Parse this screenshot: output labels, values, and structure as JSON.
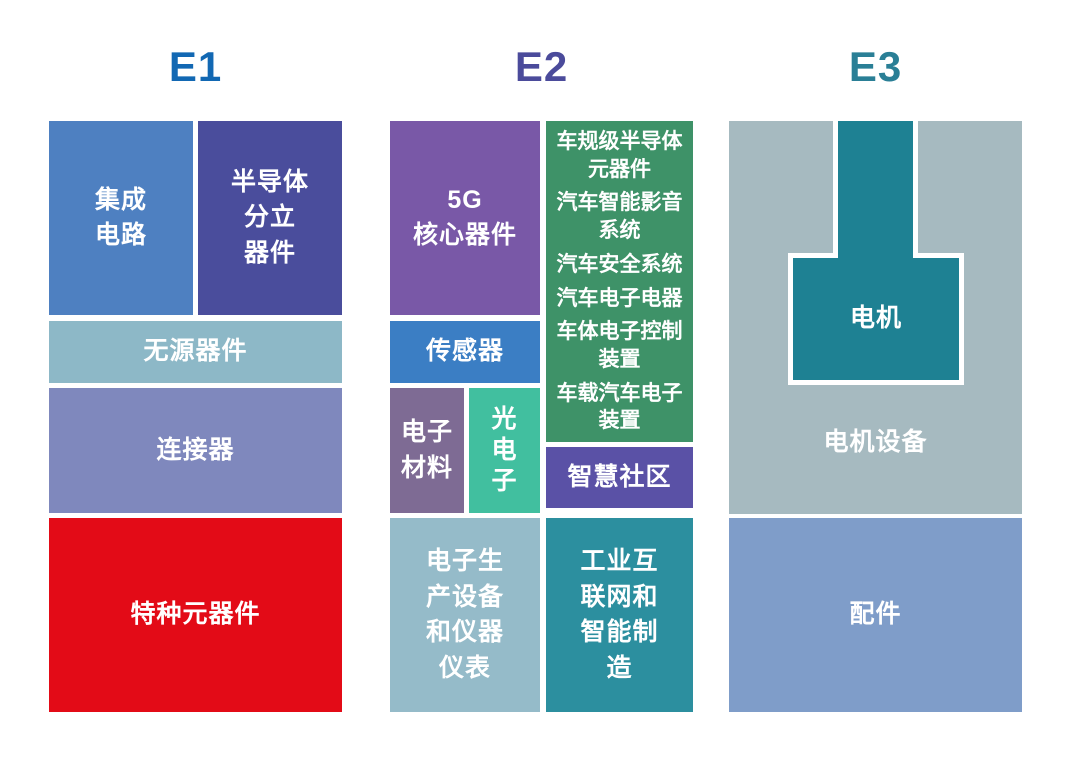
{
  "page": {
    "background": "#ffffff",
    "text_on_blocks": "#ffffff"
  },
  "halls": {
    "e1": {
      "title": "E1",
      "title_color": "#1268b3",
      "blocks": {
        "integrated_circuit": {
          "label": "集成\n电路",
          "color": "#4e80c1"
        },
        "semiconductor_discrete": {
          "label": "半导体\n分立\n器件",
          "color": "#4a4d9c"
        },
        "passive_components": {
          "label": "无源器件",
          "color": "#8db8c7"
        },
        "connectors": {
          "label": "连接器",
          "color": "#7f88bd"
        },
        "special_components": {
          "label": "特种元器件",
          "color": "#e30b17"
        }
      }
    },
    "e2": {
      "title": "E2",
      "title_color": "#4b4b9b",
      "blocks": {
        "five_g_core": {
          "label": "5G\n核心器件",
          "color": "#7958a7"
        },
        "sensors": {
          "label": "传感器",
          "color": "#3b7ec4"
        },
        "electronic_materials": {
          "label": "电子\n材料",
          "color": "#7e6b94"
        },
        "optoelectronics": {
          "label": "光\n电\n子",
          "color": "#41bf9f"
        },
        "production_equipment": {
          "label": "电子生\n产设备\n和仪器\n仪表",
          "color": "#95bbc9"
        },
        "automotive": {
          "color": "#3e9268",
          "items": [
            "车规级半导体\n元器件",
            "汽车智能影音\n系统",
            "汽车安全系统",
            "汽车电子电器",
            "车体电子控制\n装置",
            "车载汽车电子\n装置"
          ]
        },
        "smart_community": {
          "label": "智慧社区",
          "color": "#5a51a6"
        },
        "industrial_internet": {
          "label": "工业互\n联网和\n智能制\n造",
          "color": "#2c8f9f"
        }
      }
    },
    "e3": {
      "title": "E3",
      "title_color": "#2a7f96",
      "blocks": {
        "motor_equipment": {
          "label": "电机设备",
          "color": "#a6bac0"
        },
        "motor": {
          "label": "电机",
          "color": "#1e8193",
          "outline_color": "#ffffff"
        },
        "accessories": {
          "label": "配件",
          "color": "#7f9dc9"
        }
      }
    }
  }
}
